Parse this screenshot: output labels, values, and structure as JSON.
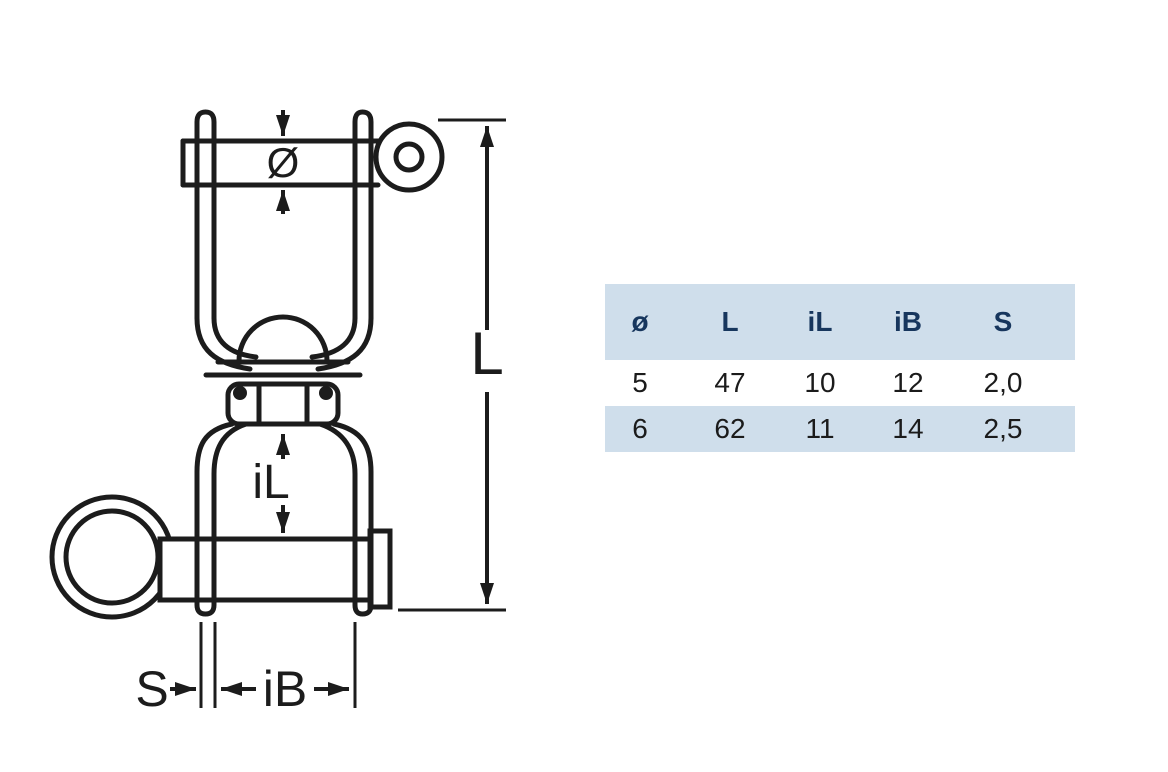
{
  "diagram": {
    "labels": {
      "diameter": "Ø",
      "length": "L",
      "inner_length": "iL",
      "inner_width": "iB",
      "thickness": "S"
    }
  },
  "table": {
    "headers": [
      "ø",
      "L",
      "iL",
      "iB",
      "S"
    ],
    "rows": [
      [
        "5",
        "47",
        "10",
        "12",
        "2,0"
      ],
      [
        "6",
        "62",
        "11",
        "14",
        "2,5"
      ]
    ]
  },
  "colors": {
    "band": "#cfdeeb",
    "header_text": "#17365d",
    "line": "#1c1c1c"
  }
}
